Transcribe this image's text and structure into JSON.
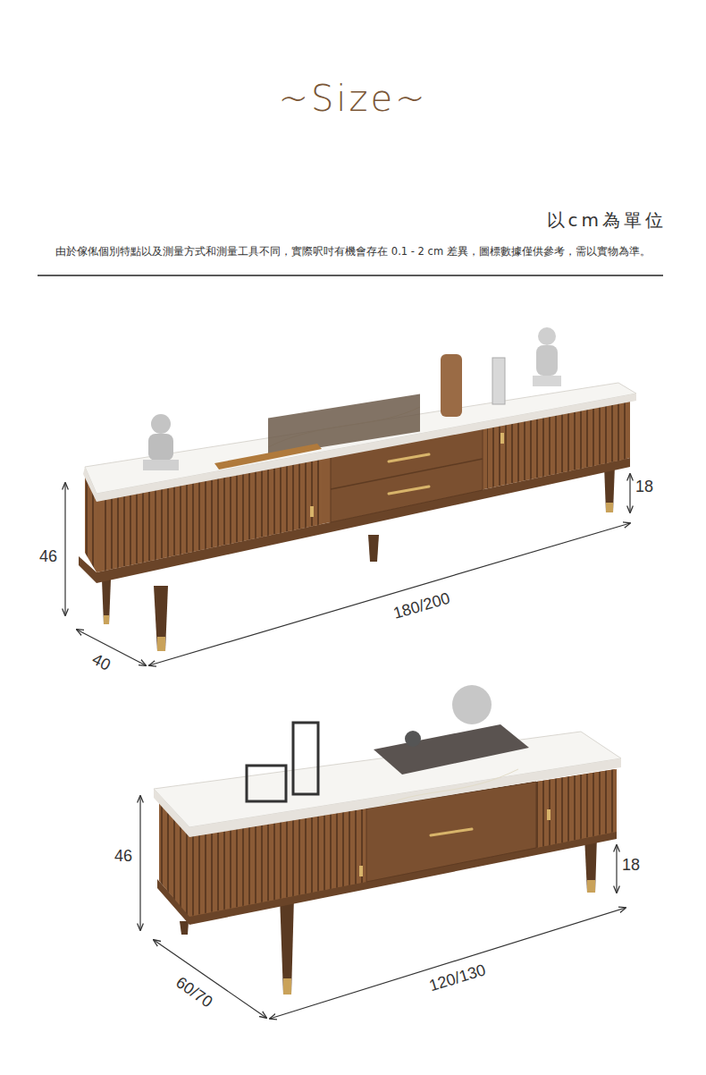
{
  "diagram": {
    "title": "~Size~",
    "labels": [
      "以cm為單位",
      "由於傢俬個別特點以及測量方式和測量工具不同，實際呎吋有機會存在 0.1 - 2 cm 差異，圖標數據僅供參考，需以實物為準。",
      "46",
      "18",
      "180/200",
      "40",
      "46",
      "18",
      "120/130",
      "60/70"
    ]
  }
}
